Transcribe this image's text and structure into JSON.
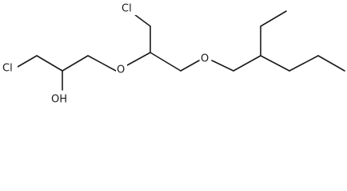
{
  "molecule": {
    "atoms": [
      {
        "id": "cl_left",
        "label": "Cl"
      },
      {
        "id": "oh",
        "label": "OH"
      },
      {
        "id": "o_ether_1",
        "label": "O"
      },
      {
        "id": "cl_top",
        "label": "Cl"
      },
      {
        "id": "o_ether_2",
        "label": "O"
      }
    ]
  }
}
